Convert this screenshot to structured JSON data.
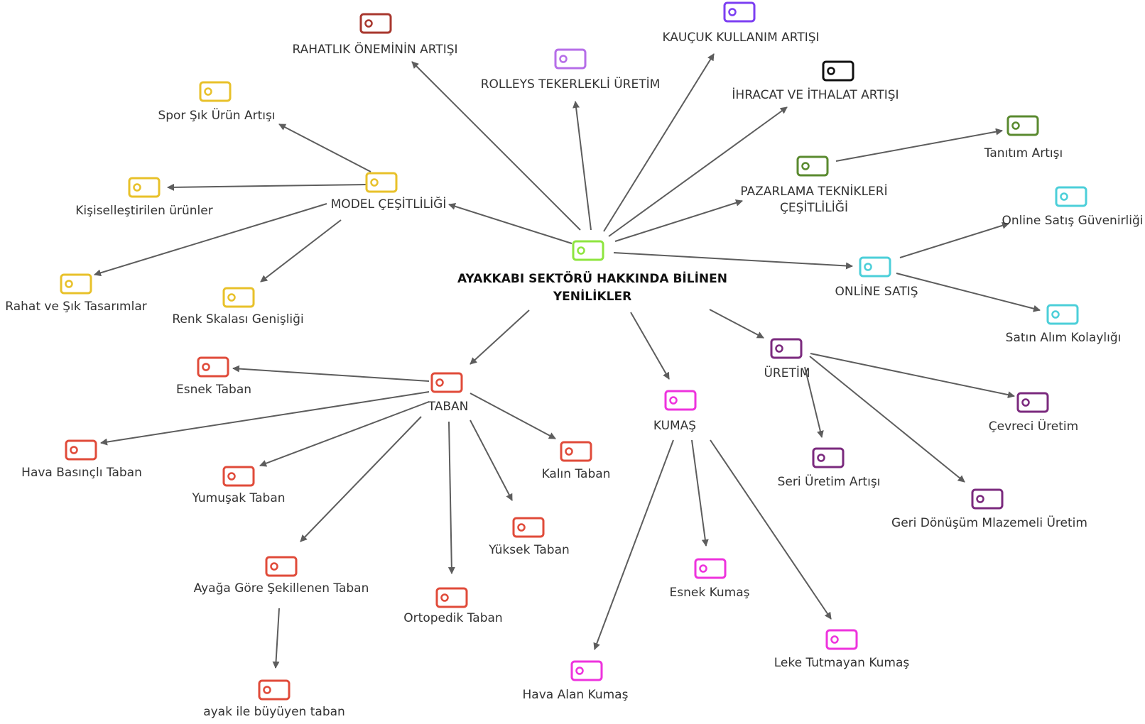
{
  "diagram": {
    "colors": {
      "center": "#8ee53f",
      "model": "#e8c12a",
      "taban": "#e04b3a",
      "kumas": "#ee33dd",
      "uretim": "#7b2a7e",
      "online": "#4ccfd9",
      "pazarlama": "#5a8a2f",
      "rahatlik": "#a8372e",
      "rolleys": "#b66ee8",
      "kaucuk": "#7c3ff2",
      "ihracat": "#111111",
      "edge": "#5d5d5d"
    },
    "node_icon": "tag-icon",
    "center": {
      "label_line1": "AYAKKABI SEKTÖRÜ HAKKINDA BİLİNEN",
      "label_line2": "YENİLİKLER"
    },
    "nodes": {
      "model_cesitliligi": "MODEL ÇEŞİTLİLİĞİ",
      "spor_sik": "Spor Şık Ürün Artışı",
      "kisisellestirilen": "Kişiselleştirilen ürünler",
      "rahat_sik": "Rahat ve Şık Tasarımlar",
      "renk_skalasi": "Renk Skalası Genişliği",
      "rahatlik": "RAHATLIK ÖNEMİNİN ARTIŞI",
      "rolleys": "ROLLEYS TEKERLEKLİ ÜRETİM",
      "kaucuk": "KAUÇUK KULLANIM ARTIŞI",
      "ihracat": "İHRACAT VE İTHALAT ARTIŞI",
      "pazarlama_line1": "PAZARLAMA TEKNİKLERİ",
      "pazarlama_line2": "ÇEŞİTLİLİĞİ",
      "tanitim": "Tanıtım Artışı",
      "online_satis": "ONLİNE SATIŞ",
      "online_guven": "Online Satış Güvenirliği",
      "satin_alim": "Satın Alım Kolaylığı",
      "uretim": "ÜRETİM",
      "cevreci": "Çevreci Üretim",
      "seri_uretim": "Seri Üretim Artışı",
      "geri_donusum": "Geri Dönüşüm Mlazemeli Üretim",
      "kumas": "KUMAŞ",
      "esnek_kumas": "Esnek Kumaş",
      "hava_alan": "Hava Alan Kumaş",
      "leke_tutmayan": "Leke Tutmayan Kumaş",
      "taban": "TABAN",
      "esnek_taban": "Esnek Taban",
      "hava_basincli": "Hava Basınçlı Taban",
      "yumusak": "Yumuşak Taban",
      "kalin": "Kalın Taban",
      "yuksek": "Yüksek Taban",
      "ayaga_gore": "Ayağa Göre Şekillenen Taban",
      "ortopedik": "Ortopedik Taban",
      "ayak_ile": "ayak ile büyüyen taban"
    }
  }
}
